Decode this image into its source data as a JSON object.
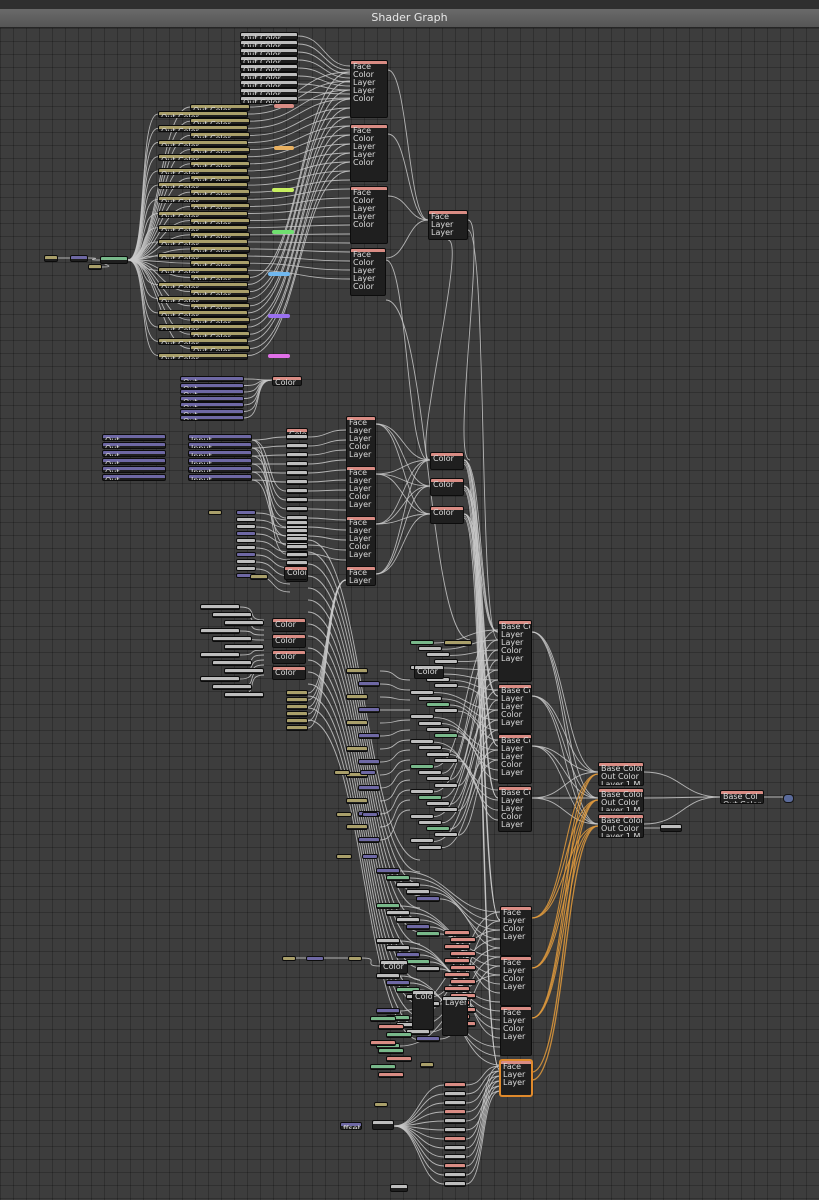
{
  "window": {
    "title": "Shader Graph"
  },
  "colors": {
    "canvas": "#3d3d3d",
    "wire": "#c9c9c9",
    "wire_highlight": "#e09a3c",
    "header_salmon": "#d98c84",
    "header_khaki": "#a99f6a",
    "header_purple": "#6e68a4",
    "header_grey": "#bdbdbd",
    "header_green": "#78b88a"
  },
  "nodes": {
    "out_color": "Out Color",
    "out": "Out",
    "input": "Input",
    "color": "Color",
    "face": "Face",
    "layer": "Layer",
    "base_color": "Base Color",
    "base_col": "Base Col",
    "out_color_short": "Out Color",
    "layer_1m": "Layer 1 M",
    "offset": "ffset"
  }
}
